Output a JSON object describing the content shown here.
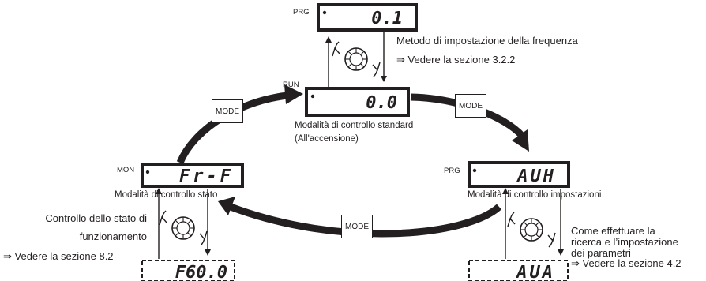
{
  "colors": {
    "ink": "#231f20",
    "background": "#ffffff"
  },
  "displays": {
    "prg_top": {
      "indicator": "PRG",
      "value": "0.1"
    },
    "run": {
      "indicator": "RUN",
      "value": "0.0"
    },
    "mon": {
      "indicator": "MON",
      "value": "Fr-F"
    },
    "prg_right": {
      "indicator": "PRG",
      "value": "AUH"
    },
    "mon_param": {
      "value": "F60.0"
    },
    "prg_param": {
      "value": "AUA"
    }
  },
  "buttons": {
    "mode_label": "MODE"
  },
  "icons": {
    "dial": "rotary-dial-icon"
  },
  "labels": {
    "standard_mode": "Modalità di controllo standard",
    "power_on": "(All'accensione)",
    "status_mode": "Modalità di controllo stato",
    "settings_mode": "Modalità di controllo impostazioni"
  },
  "notes": {
    "frequency_method": "Metodo di impostazione della frequenza",
    "frequency_ref": "⇒ Vedere la sezione 3.2.2",
    "operation_status_line1": "Controllo dello stato di",
    "operation_status_line2": "funzionamento",
    "operation_status_ref": "⇒ Vedere la sezione 8.2",
    "parameter_line1": "Come effettuare la",
    "parameter_line2": "ricerca e l’impostazione",
    "parameter_line3": "dei parametri",
    "parameter_ref": "⇒ Vedere la sezione 4.2"
  }
}
